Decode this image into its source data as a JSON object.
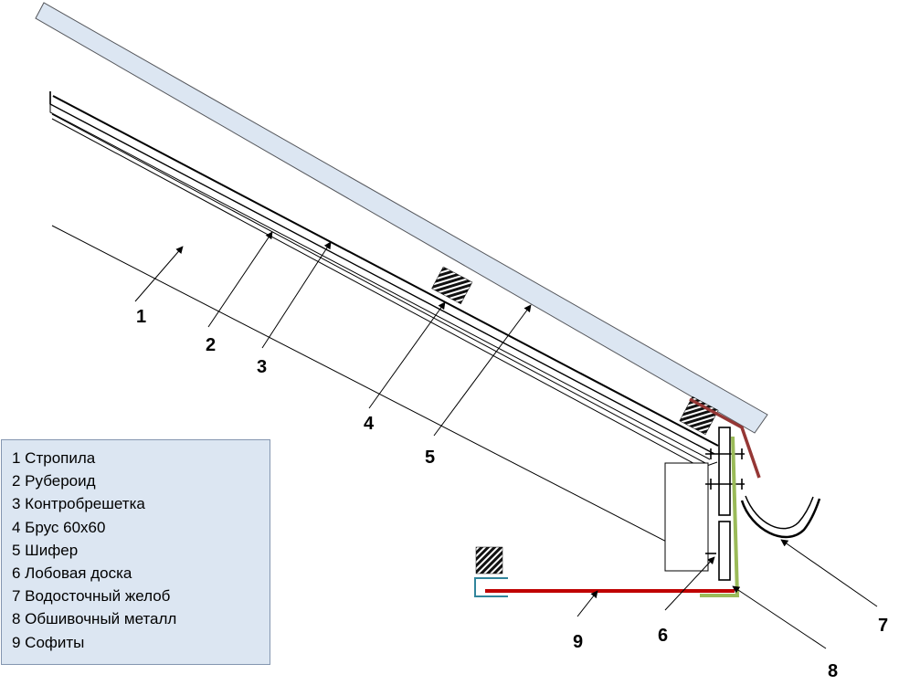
{
  "callouts": [
    "1",
    "2",
    "3",
    "4",
    "5",
    "6",
    "7",
    "8",
    "9"
  ],
  "legend": [
    "1 Стропила",
    "2 Рубероид",
    "3 Контробрешетка",
    "4 Брус 60х60",
    "5 Шифер",
    "6 Лобовая доска",
    "7 Водосточный желоб",
    "8 Обшивочный металл",
    "9 Софиты"
  ],
  "colors": {
    "slate": "#dce6f2",
    "soffit": "#c00000",
    "cladding_metal": "#9bbb59",
    "gutter_flashing": "#953735",
    "soffit_bracket": "#31859c",
    "legend_background": "#dce6f2"
  }
}
